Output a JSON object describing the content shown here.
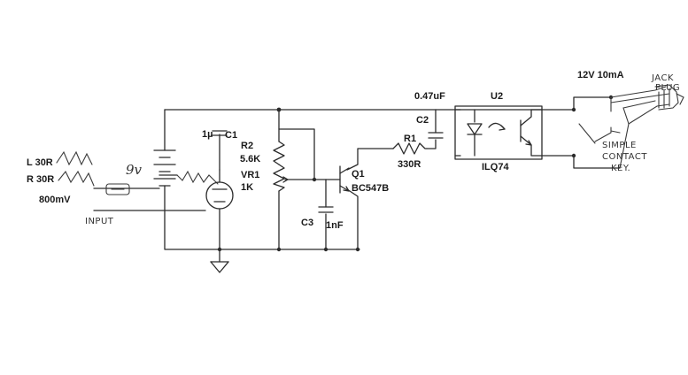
{
  "labels": {
    "l_speaker": "L 30R",
    "r_speaker": "R 30R",
    "level": "800mV",
    "input": "INPUT",
    "small_9v": "9v",
    "c1_value": "1µ",
    "c1": "C1",
    "r2": "R2",
    "r2_value": "5.6K",
    "vr1": "VR1",
    "vr1_value": "1K",
    "c3": "C3",
    "c3_value": "1nF",
    "q1": "Q1",
    "q1_part": "BC547B",
    "r1": "R1",
    "r1_value": "330R",
    "c2": "C2",
    "c2_value": "0.47uF",
    "u2": "U2",
    "u2_part": "ILQ74",
    "supply": "12V 10mA",
    "jack_plug_1": "JACK",
    "jack_plug_2": "PLUG",
    "key_1": "SIMPLE",
    "key_2": "CONTACT",
    "key_3": "KEY."
  }
}
